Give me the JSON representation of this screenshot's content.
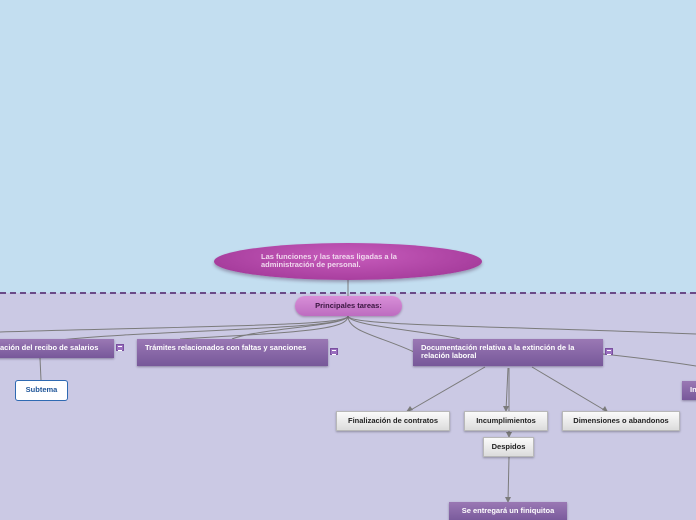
{
  "map": {
    "root": "Las funciones y las tareas ligadas a la administración de personal.",
    "main": "Principales tareas:",
    "topics": {
      "salary": "ación del recibo de salarios",
      "tramites": "Trámites relacionados con faltas y sanciones",
      "documentacion": "Documentación relativa a la extinción de la relación laboral",
      "right_partial": "In"
    },
    "subtopic": "Subtema",
    "children": {
      "finalizacion": "Finalización de contratos",
      "incumplimientos": "Incumplimientos",
      "dimensiones": "Dimensiones o abandonos",
      "despidos": "Despidos",
      "finiquito": "Se entregará un finiquitoa"
    }
  },
  "colors": {
    "sky": "#c3def0",
    "lower": "#cbc9e4",
    "root": "#a93f9f",
    "topic": "#8567a6",
    "divider": "#6a4a88"
  }
}
